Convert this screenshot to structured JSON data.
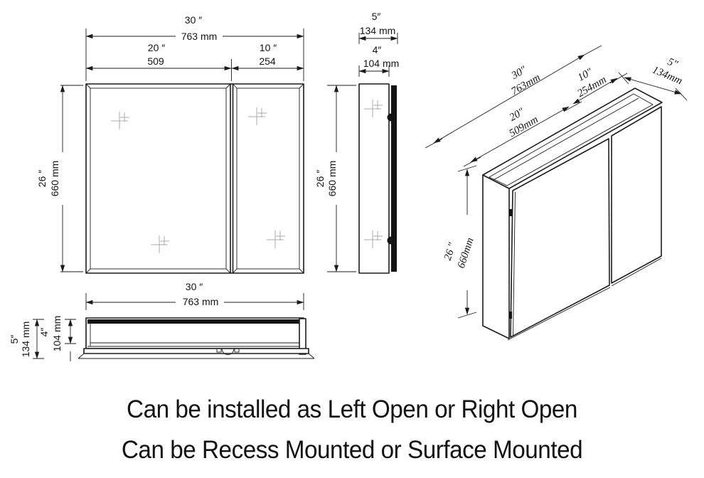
{
  "drawing": {
    "front": {
      "width_in": "30 ″",
      "width_mm": "763 mm",
      "left_in": "20 ″",
      "left_mm": "509",
      "right_in": "10 ″",
      "right_mm": "254",
      "height_in": "26 ″",
      "height_mm": "660 mm"
    },
    "side": {
      "depth_in": "5″",
      "depth_mm": "134 mm",
      "box_in": "4″",
      "box_mm": "104 mm",
      "height_in": "26 ″",
      "height_mm": "660 mm"
    },
    "bottom": {
      "width_in": "30 ″",
      "width_mm": "763 mm",
      "depth_in": "5″",
      "depth_mm": "134 mm",
      "box_in": "4″",
      "box_mm": "104 mm"
    },
    "perspective": {
      "width_in": "30″",
      "width_mm": "763mm",
      "left_in": "20″",
      "left_mm": "509mm",
      "right_in": "10″",
      "right_mm": "254mm",
      "depth_in": "5″",
      "depth_mm": "134mm",
      "height_in": "26 ″",
      "height_mm": "660mm"
    }
  },
  "captions": [
    "Can be installed as Left Open or Right Open",
    "Can be Recess Mounted or Surface Mounted"
  ],
  "colors": {
    "background": "#ffffff",
    "line": "#1c1c1c",
    "sparkle": "#ababab"
  }
}
